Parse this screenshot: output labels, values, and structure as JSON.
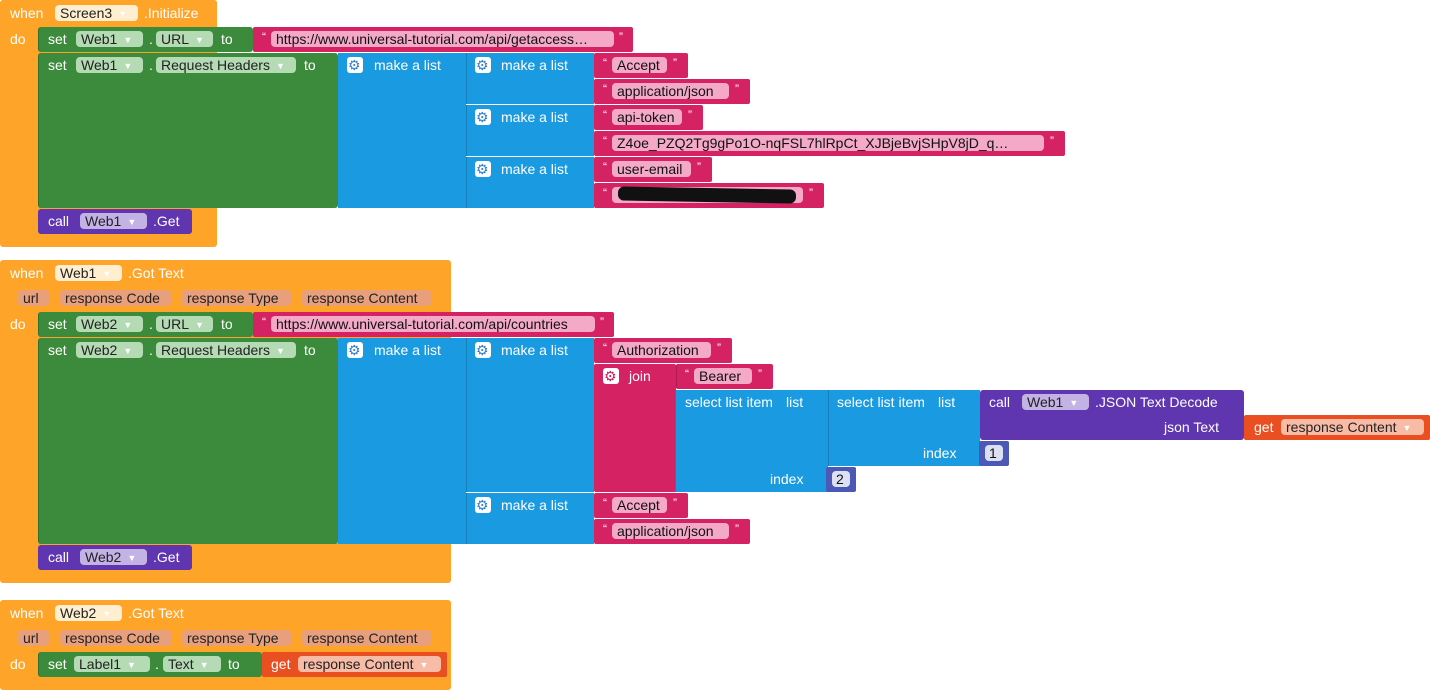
{
  "event1": {
    "when": "when",
    "component": "Screen3",
    "event": ".Initialize",
    "do": "do",
    "s1": {
      "set": "set",
      "comp": "Web1",
      "prop": "URL",
      "to": "to",
      "value": "https://www.universal-tutorial.com/api/getaccess…"
    },
    "s2": {
      "set": "set",
      "comp": "Web1",
      "prop": "Request Headers",
      "to": "to"
    },
    "makelist": "make a list",
    "strings": [
      "Accept",
      "application/json",
      "api-token",
      "Z4oe_PZQ2Tg9gPo1O-nqFSL7hlRpCt_XJBjeBvjSHpV8jD_q…",
      "user-email"
    ],
    "call": {
      "call": "call",
      "comp": "Web1",
      "method": ".Get"
    }
  },
  "event2": {
    "when": "when",
    "component": "Web1",
    "event": ".Got Text",
    "do": "do",
    "params": [
      "url",
      "response Code",
      "response Type",
      "response Content"
    ],
    "s1": {
      "set": "set",
      "comp": "Web2",
      "prop": "URL",
      "to": "to",
      "value": "https://www.universal-tutorial.com/api/countries"
    },
    "s2": {
      "set": "set",
      "comp": "Web2",
      "prop": "Request Headers",
      "to": "to"
    },
    "makelist": "make a list",
    "auth": "Authorization",
    "join": "join",
    "bearer": "Bearer",
    "select": "select list item",
    "list": "list",
    "index": "index",
    "callWeb1": {
      "call": "call",
      "comp": "Web1",
      "method": ".JSON Text Decode",
      "jsonText": "json Text"
    },
    "get": {
      "get": "get",
      "var": "response Content"
    },
    "idx1": "1",
    "idx2": "2",
    "accept": "Accept",
    "appjson": "application/json",
    "call": {
      "call": "call",
      "comp": "Web2",
      "method": ".Get"
    }
  },
  "event3": {
    "when": "when",
    "component": "Web2",
    "event": ".Got Text",
    "do": "do",
    "params": [
      "url",
      "response Code",
      "response Type",
      "response Content"
    ],
    "s1": {
      "set": "set",
      "comp": "Label1",
      "prop": "Text",
      "to": "to"
    },
    "get": {
      "get": "get",
      "var": "response Content"
    }
  },
  "colors": {
    "event": "#fea428",
    "setter": "#3c8b3c",
    "list": "#1a9ae0",
    "text": "#d52263",
    "call": "#5f35b0",
    "get": "#ea4f21",
    "math": "#4b58b6"
  }
}
